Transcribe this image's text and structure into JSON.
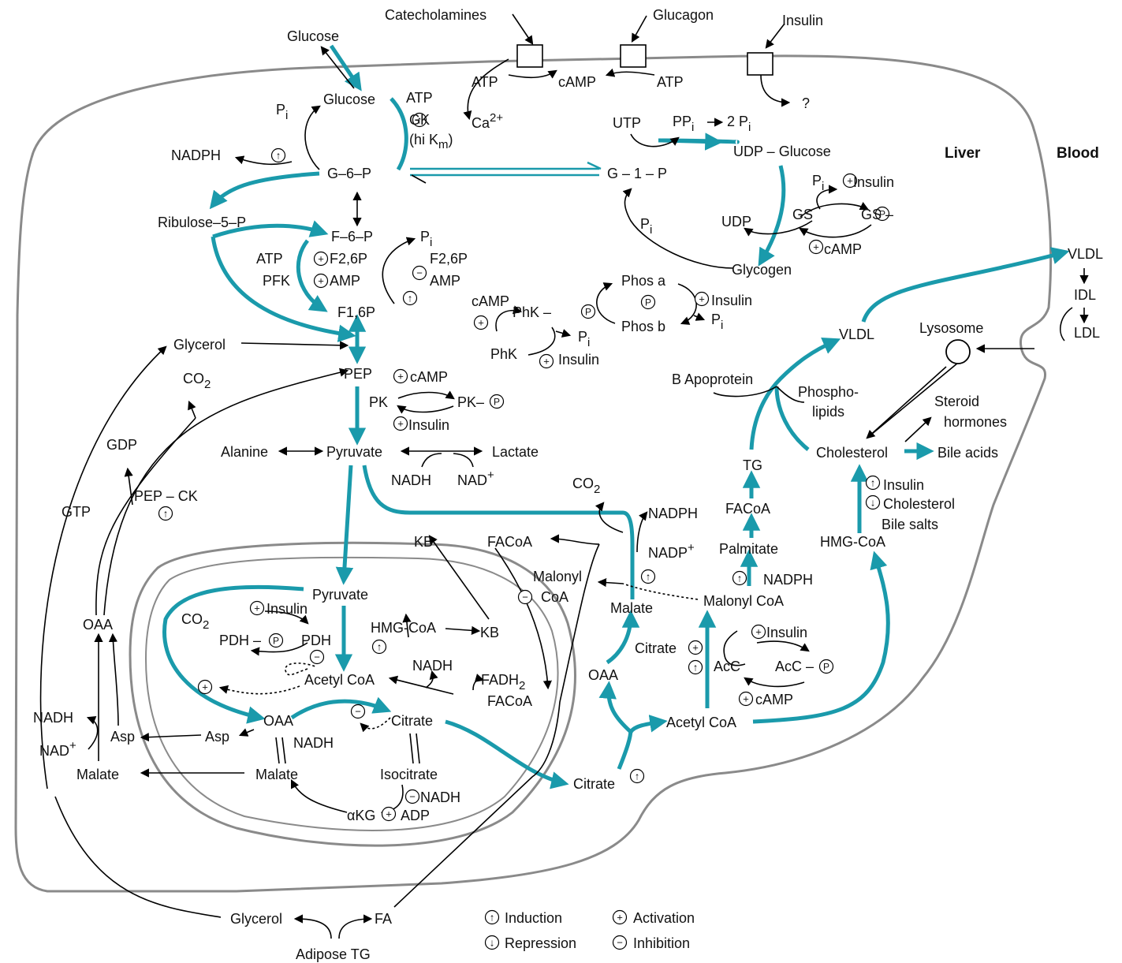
{
  "regions": {
    "liver": "Liver",
    "blood": "Blood"
  },
  "hormones": {
    "catecholamines": "Catecholamines",
    "glucagon": "Glucagon",
    "insulin": "Insulin",
    "unknown": "?"
  },
  "signaling": {
    "atp1": "ATP",
    "camp": "cAMP",
    "atp2": "ATP",
    "ca": "Ca",
    "ca_sup": "2+"
  },
  "glycolysis": {
    "glucose_blood": "Glucose",
    "glucose": "Glucose",
    "atp": "ATP",
    "gk": "GK",
    "gk_km": "(hi K",
    "gk_km_sub": "m",
    "gk_km_close": ")",
    "pi": "P",
    "pi_sub": "i",
    "nadph": "NADPH",
    "g6p": "G–6–P",
    "ribulose": "Ribulose–5–P",
    "f6p": "F–6–P",
    "pi2": "P",
    "pi2_sub": "i",
    "atp2": "ATP",
    "pfk": "PFK",
    "f26p_act": "F2,6P",
    "amp_act": "AMP",
    "f26p_inh": "F2,6P",
    "amp_inh": "AMP",
    "f16p": "F1,6P",
    "glycerol": "Glycerol",
    "pep": "PEP",
    "camp_pk": "cAMP",
    "pk": "PK",
    "pk_p": "PK–",
    "insulin_pk": "Insulin",
    "pyruvate": "Pyruvate",
    "alanine": "Alanine",
    "lactate": "Lactate",
    "nadh": "NADH",
    "nad": "NAD",
    "nad_sup": "+",
    "co2": "CO",
    "co2_sub": "2",
    "gdp": "GDP",
    "gtp": "GTP",
    "pepck": "PEP – CK",
    "oaa": "OAA",
    "nadh2": "NADH",
    "nad2": "NAD",
    "nad2_sup": "+",
    "asp_out": "Asp",
    "malate_out": "Malate"
  },
  "glycogen": {
    "utp": "UTP",
    "ppi": "PP",
    "ppi_sub": "i",
    "two_pi": "2 P",
    "two_pi_sub": "i",
    "udp_glucose": "UDP – Glucose",
    "g1p": "G – 1 – P",
    "pi": "P",
    "pi_sub": "i",
    "pi_gs": "P",
    "pi_gs_sub": "i",
    "insulin": "Insulin",
    "udp": "UDP",
    "gs": "GS",
    "gs_p": "GS –",
    "camp": "cAMP",
    "glycogen": "Glycogen",
    "phos_a": "Phos a",
    "phos_b": "Phos b",
    "insulin2": "Insulin",
    "pi3": "P",
    "pi3_sub": "i",
    "camp2": "cAMP",
    "phk_p": "PhK –",
    "pi4": "P",
    "pi4_sub": "i",
    "phk": "PhK",
    "insulin3": "Insulin"
  },
  "mito": {
    "pyruvate": "Pyruvate",
    "co2": "CO",
    "co2_sub": "2",
    "insulin": "Insulin",
    "pdh_p": "PDH –",
    "pdh": "PDH",
    "hmgcoa": "HMG-CoA",
    "kb": "KB",
    "nadh": "NADH",
    "fadh": "FADH",
    "fadh_sub": "2",
    "acetylcoa": "Acetyl CoA",
    "facoa": "FACoA",
    "oaa": "OAA",
    "citrate": "Citrate",
    "asp": "Asp",
    "nadh2": "NADH",
    "malate": "Malate",
    "isocitrate": "Isocitrate",
    "nadh3": "NADH",
    "akg": "αKG",
    "adp": "ADP"
  },
  "lipid": {
    "kb_out": "KB",
    "facoa_out": "FACoA",
    "co2": "CO",
    "co2_sub": "2",
    "nadph": "NADPH",
    "nadp": "NADP",
    "nadp_sup": "+",
    "malonyl1": "Malonyl",
    "malonyl2": "CoA",
    "malate": "Malate",
    "malonyl_coa": "Malonyl CoA",
    "nadph2": "NADPH",
    "palmitate": "Palmitate",
    "facoa2": "FACoA",
    "tg": "TG",
    "b_apo": "B Apoprotein",
    "phospho1": "Phospho-",
    "phospho2": "lipids",
    "vldl_liver": "VLDL",
    "citrate_act": "Citrate",
    "oaa": "OAA",
    "acc": "AcC",
    "acc_p": "AcC –",
    "insulin": "Insulin",
    "camp": "cAMP",
    "acetylcoa": "Acetyl CoA",
    "citrate_cyt": "Citrate",
    "hmgcoa": "HMG-CoA",
    "insulin2": "Insulin",
    "cholesterol_rep": "Cholesterol",
    "bile_salts": "Bile salts",
    "cholesterol": "Cholesterol",
    "bile_acids": "Bile acids",
    "steroid1": "Steroid",
    "steroid2": "hormones",
    "lysosome": "Lysosome",
    "vldl": "VLDL",
    "idl": "IDL",
    "ldl": "LDL"
  },
  "adipose": {
    "glycerol": "Glycerol",
    "fa": "FA",
    "adipose_tg": "Adipose TG"
  },
  "legend": {
    "induction": "Induction",
    "repression": "Repression",
    "activation": "Activation",
    "inhibition": "Inhibition"
  },
  "symbols": {
    "plus": "+",
    "minus": "−",
    "p": "P",
    "up": "↑",
    "down": "↓"
  },
  "colors": {
    "pathway": "#1a9aab",
    "membrane": "#8a8a8a",
    "line": "#000000"
  }
}
